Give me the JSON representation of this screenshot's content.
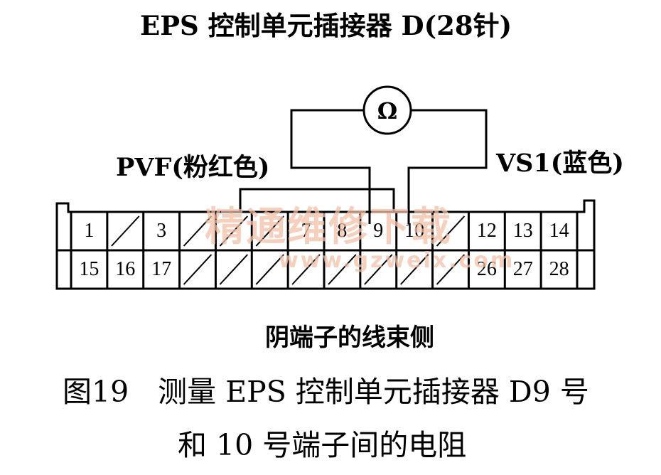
{
  "title": "EPS 控制单元插接器 D(28针)",
  "meter": {
    "symbol": "Ω"
  },
  "wires": {
    "left_label": "PVF(粉红色)",
    "right_label": "VS1(蓝色)"
  },
  "connector": {
    "top_row": [
      {
        "pin": "1",
        "blank": false
      },
      {
        "pin": "",
        "blank": true
      },
      {
        "pin": "3",
        "blank": false
      },
      {
        "pin": "",
        "blank": true
      },
      {
        "pin": "",
        "blank": true
      },
      {
        "pin": "",
        "blank": true
      },
      {
        "pin": "7",
        "blank": false
      },
      {
        "pin": "8",
        "blank": false
      },
      {
        "pin": "9",
        "blank": false
      },
      {
        "pin": "10",
        "blank": false
      },
      {
        "pin": "",
        "blank": true
      },
      {
        "pin": "12",
        "blank": false
      },
      {
        "pin": "13",
        "blank": false
      },
      {
        "pin": "14",
        "blank": false
      }
    ],
    "bottom_row": [
      {
        "pin": "15",
        "blank": false
      },
      {
        "pin": "16",
        "blank": false
      },
      {
        "pin": "17",
        "blank": false
      },
      {
        "pin": "",
        "blank": true
      },
      {
        "pin": "",
        "blank": true
      },
      {
        "pin": "",
        "blank": true
      },
      {
        "pin": "",
        "blank": true
      },
      {
        "pin": "",
        "blank": true
      },
      {
        "pin": "",
        "blank": true
      },
      {
        "pin": "",
        "blank": true
      },
      {
        "pin": "",
        "blank": true
      },
      {
        "pin": "26",
        "blank": false
      },
      {
        "pin": "27",
        "blank": false
      },
      {
        "pin": "28",
        "blank": false
      }
    ]
  },
  "side_label": "阴端子的线束侧",
  "caption": {
    "line1": "图19　测量 EPS 控制单元插接器 D9 号",
    "line2": "和 10 号端子间的电阻"
  },
  "watermark": {
    "text": "精通维修下载",
    "url": "www.gzweix.com",
    "color": "#f3c1a6"
  }
}
